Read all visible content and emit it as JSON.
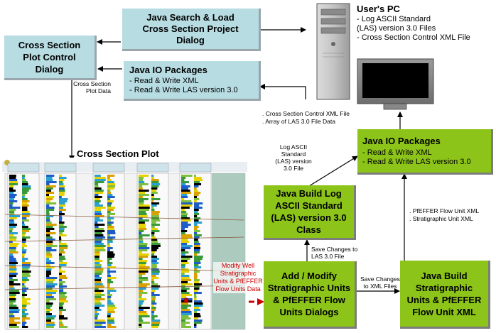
{
  "boxes": {
    "java_search": {
      "title": "Java Search & Load Cross Section Project Dialog"
    },
    "cs_control": {
      "title": "Cross Section Plot Control Dialog"
    },
    "io_top": {
      "title": "Java IO Packages",
      "lines": [
        "- Read & Write XML",
        "- Read & Write LAS version 3.0"
      ]
    },
    "io_right": {
      "title": "Java IO Packages",
      "lines": [
        "- Read & Write XML",
        "- Read & Write LAS version 3.0"
      ]
    },
    "las_class": {
      "title": "Java Build Log ASCII Standard (LAS) version 3.0 Class"
    },
    "add_modify": {
      "title": "Add / Modify Stratigraphic Units & PfEFFER Flow Units Dialogs"
    },
    "strat_xml": {
      "title": "Java Build Stratigraphic Units & PfEFFER Flow Unit XML"
    }
  },
  "pc": {
    "title": "User's PC",
    "lines": [
      "- Log ASCII Standard (LAS) version 3.0 Files",
      "- Cross Section Control XML File"
    ]
  },
  "plot": {
    "title": "Cross Section Plot"
  },
  "labels": {
    "cs_plot_data": "Cross Section Plot Data",
    "pc_out_1": ". Cross Section Control XML File",
    "pc_out_2": ". Array of LAS 3.0 File Data",
    "las_std": "Log ASCII Standard (LAS) version 3.0 File",
    "save_las": "Save Changes to LAS 3.0 File",
    "save_xml": "Save Changes to XML Files",
    "xml_1": ". PfEFFER Flow Unit XML",
    "xml_2": ". Stratigraphic Unit XML",
    "modify_well": "Modify Well Stratigraphic Units & PfEFFER Flow Units Data"
  },
  "colors": {
    "teal_box": "#b7dde3",
    "green_box": "#8cc419",
    "highlight_red": "#cc0000"
  }
}
